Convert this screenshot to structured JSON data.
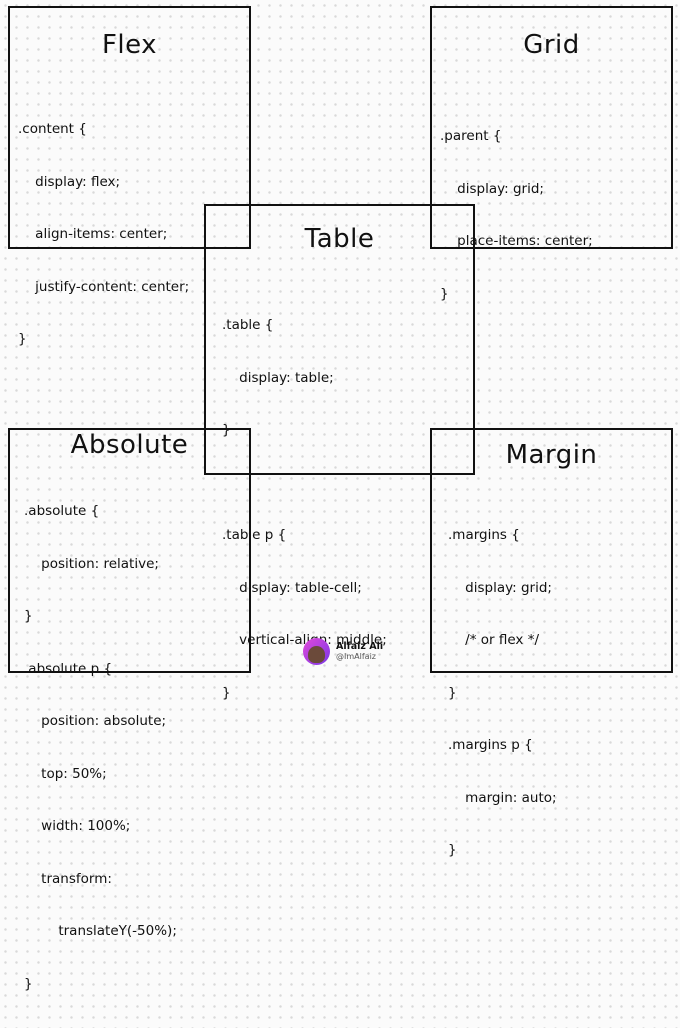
{
  "boxes": {
    "flex": {
      "title": "Flex",
      "code": [
        ".content {",
        "    display: flex;",
        "    align-items: center;",
        "    justify-content: center;",
        "}"
      ]
    },
    "grid": {
      "title": "Grid",
      "code": [
        ".parent {",
        "    display: grid;",
        "    place-items: center;",
        "}"
      ]
    },
    "table": {
      "title": "Table",
      "code": [
        ".table {",
        "    display: table;",
        "}",
        "",
        ".table p {",
        "    display: table-cell;",
        "    vertical-align: middle;",
        "}"
      ]
    },
    "absolute": {
      "title": "Absolute",
      "code": [
        ".absolute {",
        "    position: relative;",
        "}",
        ".absolute p {",
        "    position: absolute;",
        "    top: 50%;",
        "    width: 100%;",
        "    transform:",
        "        translateY(-50%);",
        "}"
      ]
    },
    "margin": {
      "title": "Margin",
      "code": [
        ".margins {",
        "    display: grid;",
        "    /* or flex */",
        "}",
        ".margins p {",
        "    margin: auto;",
        "}"
      ]
    }
  },
  "author": {
    "name": "Alfaiz Ali",
    "handle": "@ImAlfaiz"
  }
}
